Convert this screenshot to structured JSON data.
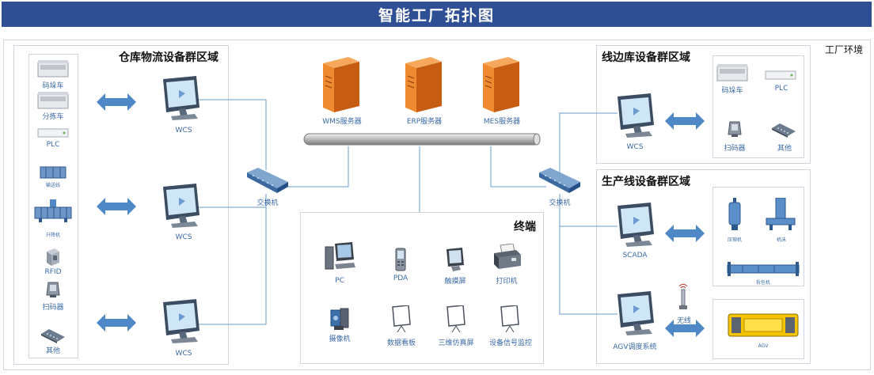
{
  "title": "智能工厂拓扑图",
  "factory_label": "工厂环境",
  "regions": {
    "warehouse": "仓库物流设备群区域",
    "lineside": "线边库设备群区域",
    "production": "生产线设备群区域",
    "terminal": "终端"
  },
  "servers": [
    "WMS服务器",
    "ERP服务器",
    "MES服务器"
  ],
  "switch_label": "交换机",
  "wcs_label": "WCS",
  "warehouse_devices": [
    "码垛车",
    "分拣车",
    "PLC",
    "输送线",
    "升降机",
    "RFID",
    "扫码器",
    "其他"
  ],
  "lineside_devices": [
    "码垛车",
    "PLC",
    "扫码器",
    "其他"
  ],
  "lineside_controller": "WCS",
  "production_devices": [
    "压铆机",
    "机床",
    "拆包机"
  ],
  "scada_label": "SCADA",
  "agv_label": "AGV调度系统",
  "wireless_label": "无线",
  "agv_device": "AGV",
  "terminals": [
    "PC",
    "PDA",
    "触摸屏",
    "打印机",
    "摄像机",
    "数据看板",
    "三维仿真屏",
    "设备信号监控"
  ],
  "colors": {
    "title_bar": "#2e4f94",
    "server": "#f08a30",
    "link_line": "#6a9ccf",
    "arrow": "#4f88c6",
    "agv": "#f5c400"
  }
}
